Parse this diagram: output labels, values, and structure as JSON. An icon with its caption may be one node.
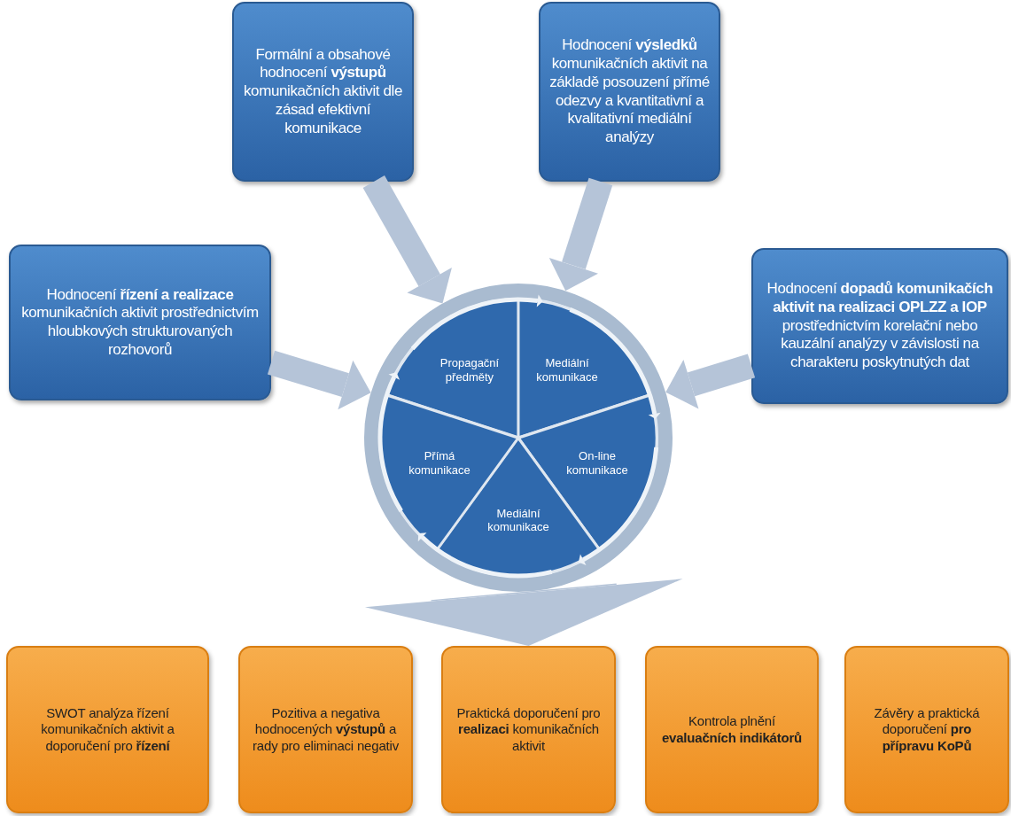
{
  "diagram": {
    "nodes": [
      {
        "text": [
          "Formální a obsahové hodnocení **výstupů** komunikačních aktivit dle zásad efektivní komunikace"
        ]
      },
      {
        "text": [
          "Hodnocení **výsledků** komunikačních aktivit na základě posouzení přímé odezvy a kvantitativní a kvalitativní mediální analýzy"
        ]
      },
      {
        "text": [
          "Hodnocení **řízení a realizace** komunikačních aktivit prostřednictvím hloubkových strukturovaných rozhovorů"
        ]
      },
      {
        "text": [
          "Hodnocení **dopadů komunikačích aktivit na realizaci OPLZZ a IOP** prostřednictvím korelační nebo kauzální analýzy v závislosti na charakteru poskytnutých dat"
        ]
      },
      {
        "text": [],
        "shape": "circle"
      },
      {
        "text": [
          "Propagační předměty"
        ],
        "in": 4
      },
      {
        "text": [
          "Mediální komunikace"
        ],
        "in": 4
      },
      {
        "text": [
          "On-line komunikace"
        ],
        "in": 4
      },
      {
        "text": [
          "Mediální komunikace"
        ],
        "in": 4
      },
      {
        "text": [
          "Přímá komunikace"
        ],
        "in": 4
      },
      {
        "text": [
          "SWOT analýza řízení komunikačních aktivit a doporučení pro **řízení**"
        ]
      },
      {
        "text": [
          "Pozitiva a negativa hodnocených **výstupů** a rady pro eliminaci negativ"
        ]
      },
      {
        "text": [
          "Praktická doporučení pro **realizaci** komunikačních aktivit"
        ]
      },
      {
        "text": [
          "Kontrola plnění **evaluačních indikátorů**"
        ]
      },
      {
        "text": [
          "Závěry a praktická doporučení **pro přípravu KoPů**"
        ]
      }
    ],
    "edges": [
      {
        "from": 0,
        "to": 4,
        "arrow": "to",
        "style": "thick"
      },
      {
        "from": 1,
        "to": 4,
        "arrow": "to",
        "style": "thick"
      },
      {
        "from": 2,
        "to": 4,
        "arrow": "to",
        "style": "thick"
      },
      {
        "from": 3,
        "to": 4,
        "arrow": "to",
        "style": "thick"
      },
      {
        "from": 5,
        "to": 6,
        "arrow": "to"
      },
      {
        "from": 6,
        "to": 7,
        "arrow": "to"
      },
      {
        "from": 7,
        "to": 8,
        "arrow": "to"
      },
      {
        "from": 8,
        "to": 9,
        "arrow": "to"
      },
      {
        "from": 9,
        "to": 5,
        "arrow": "to"
      },
      {
        "from": 4,
        "to": 12,
        "arrow": "to",
        "style": "thick"
      }
    ]
  }
}
